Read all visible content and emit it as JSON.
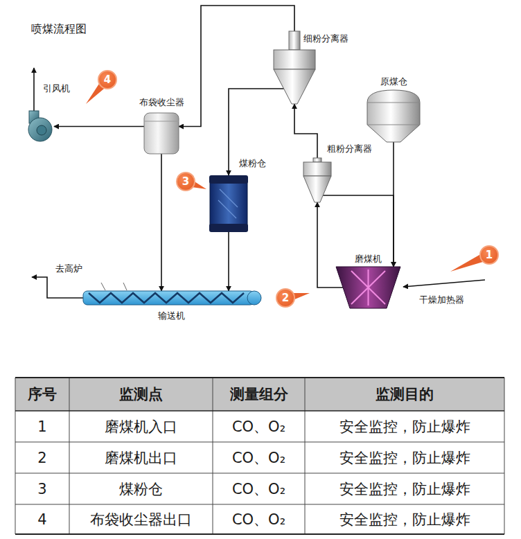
{
  "diagram": {
    "title": "喷煤流程图",
    "nodes": [
      {
        "text": [
          "细粉分离器"
        ]
      },
      {
        "text": [
          "原煤仓"
        ]
      },
      {
        "text": [
          "粗粉分离器"
        ]
      },
      {
        "text": [
          "磨煤机"
        ]
      },
      {
        "text": [
          "布袋收尘器"
        ]
      },
      {
        "text": [
          "引风机"
        ]
      },
      {
        "text": [
          "煤粉仓"
        ]
      },
      {
        "text": [
          "输送机"
        ]
      }
    ],
    "edges": [
      {
        "from": 3,
        "to": 2,
        "arrow": "to"
      },
      {
        "from": 2,
        "to": 0,
        "arrow": "to"
      },
      {
        "from": 1,
        "to": 3,
        "arrow": "to"
      },
      {
        "from": 2,
        "to": 3,
        "arrow": "to"
      },
      {
        "from": 0,
        "to": 4,
        "arrow": "to"
      },
      {
        "from": 0,
        "to": 6,
        "arrow": "to"
      },
      {
        "from": 4,
        "to": 5,
        "arrow": "to"
      },
      {
        "from": 4,
        "to": 7,
        "arrow": "to"
      },
      {
        "from": 6,
        "to": 7,
        "arrow": "to"
      }
    ],
    "labels": [
      "1",
      "2",
      "3",
      "4",
      "干燥加热器",
      "去高炉",
      "序号",
      "监测点",
      "测量组分",
      "监测目的",
      "1",
      "磨煤机入口",
      "CO、O₂",
      "安全监控，防止爆炸",
      "2",
      "磨煤机出口",
      "CO、O₂",
      "安全监控，防止爆炸",
      "3",
      "煤粉仓",
      "CO、O₂",
      "安全监控，防止爆炸",
      "4",
      "布袋收尘器出口",
      "CO、O₂",
      "安全监控，防止爆炸"
    ]
  }
}
